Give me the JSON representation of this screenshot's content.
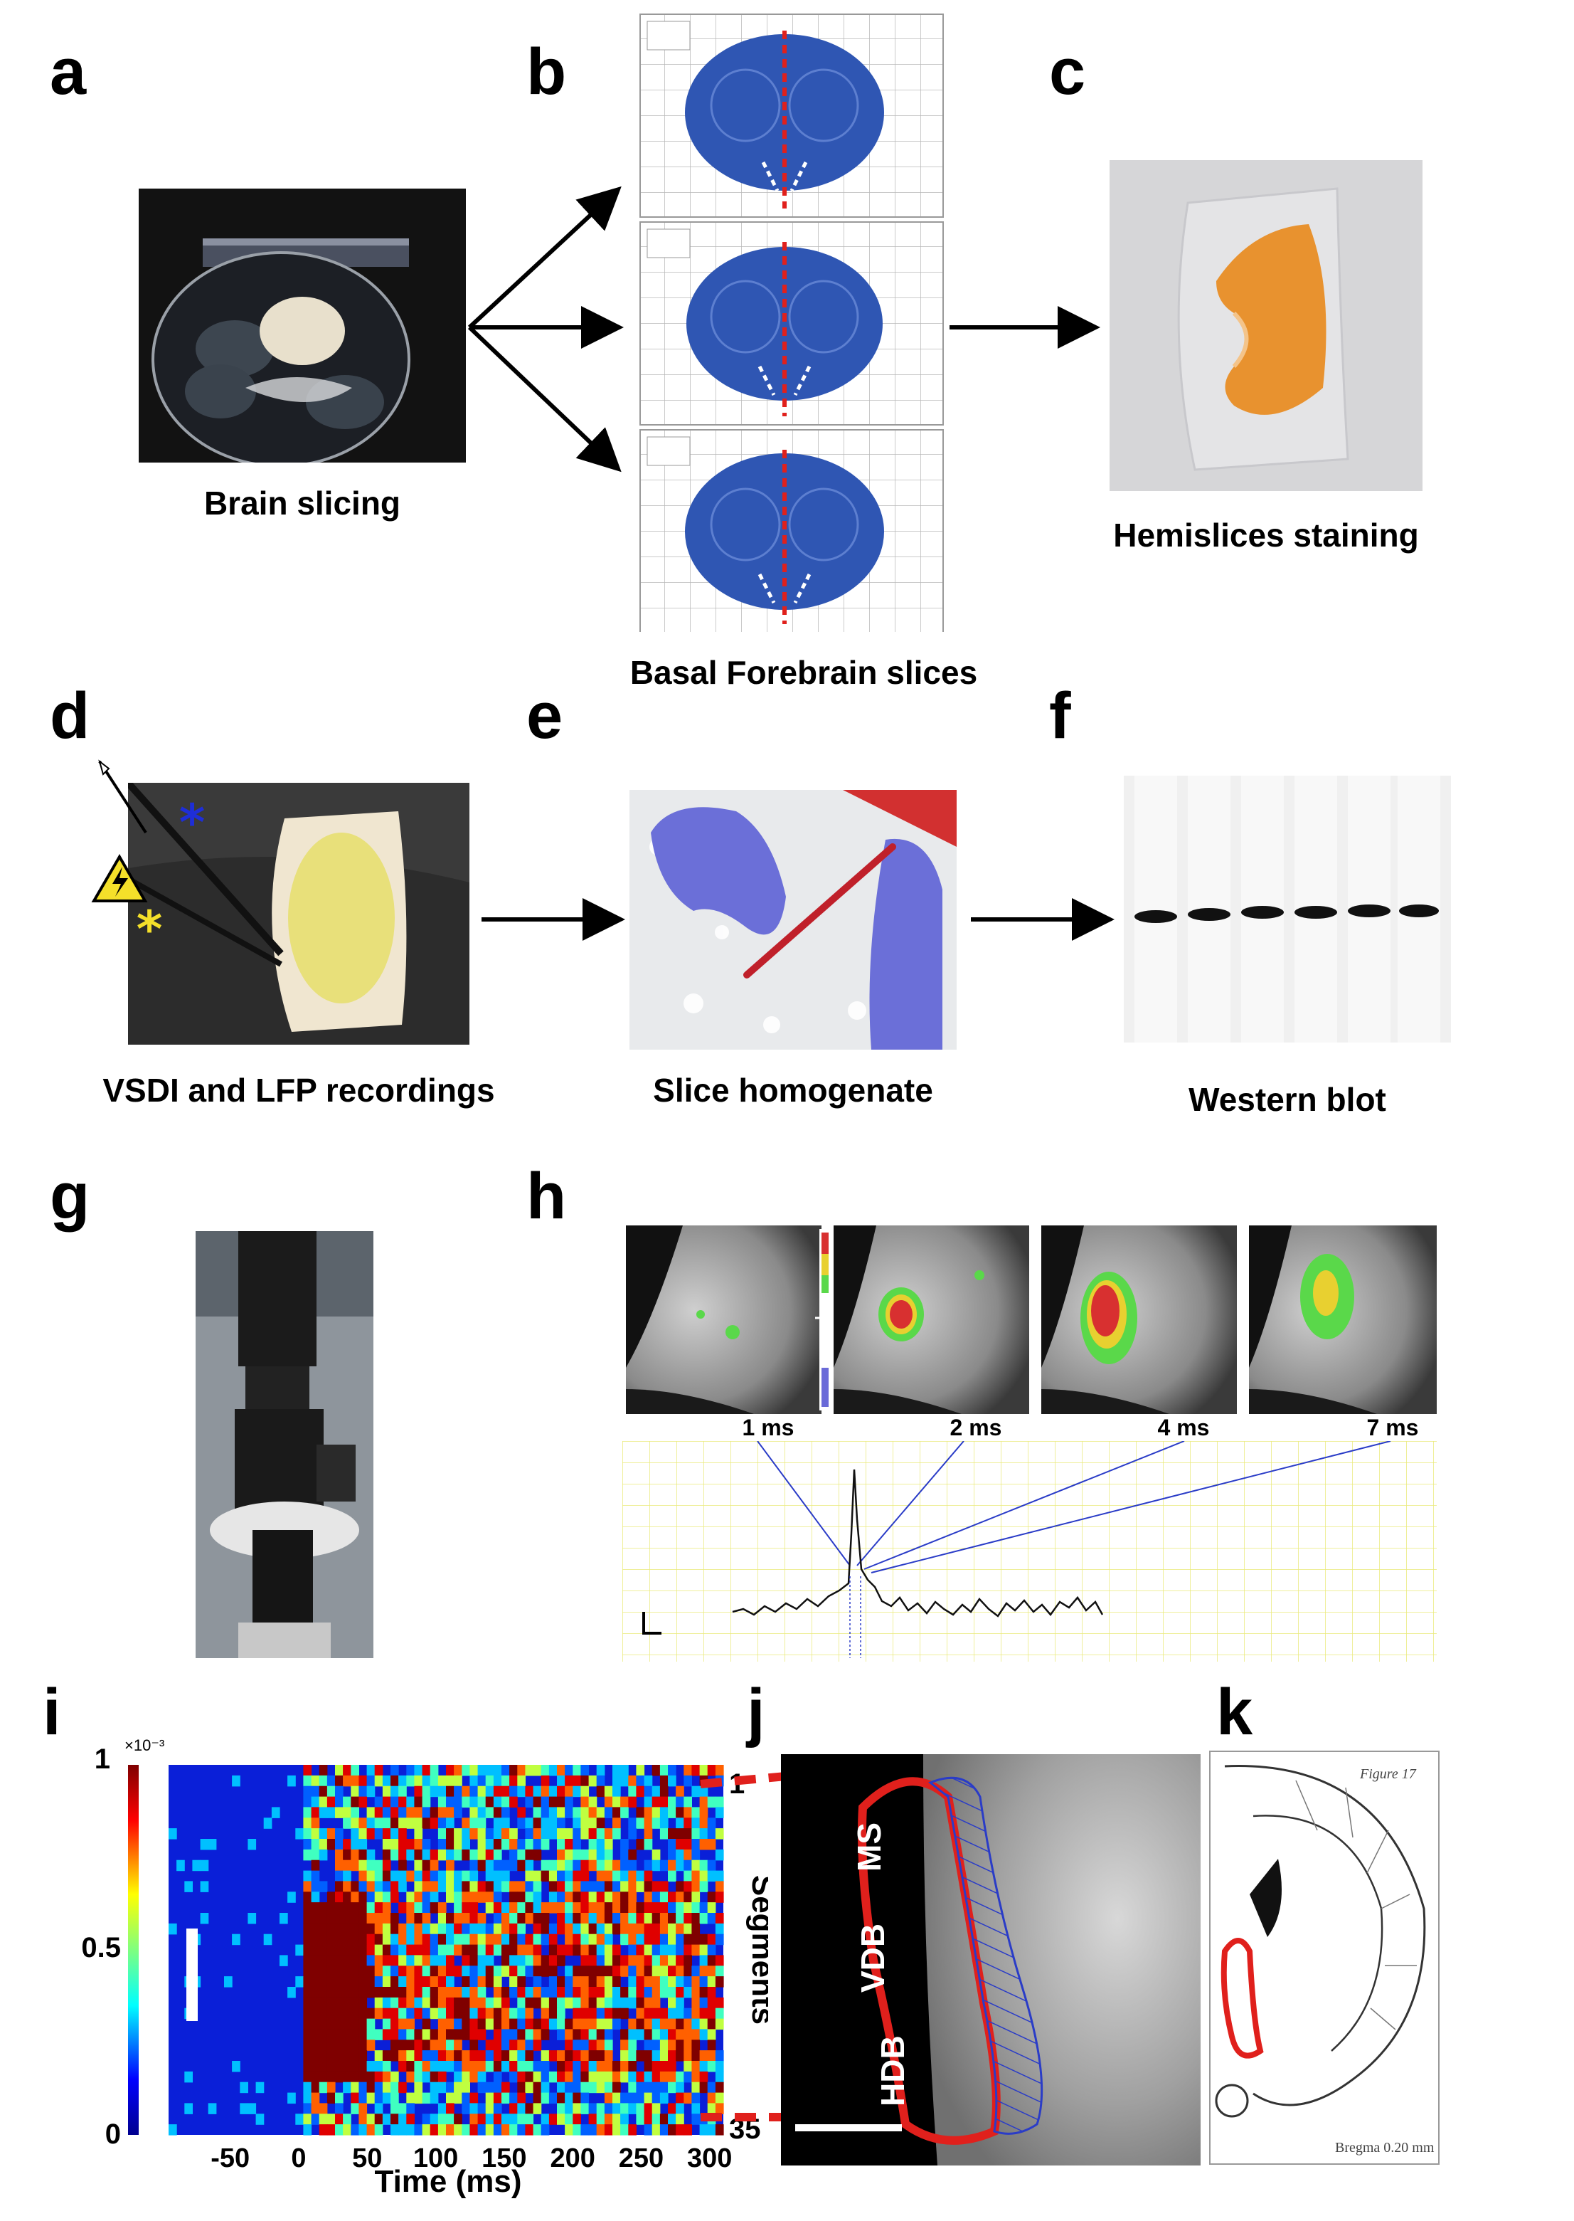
{
  "panels": {
    "a": {
      "letter": "a",
      "caption": "Brain slicing"
    },
    "b": {
      "letter": "b",
      "caption": "Basal Forebrain slices"
    },
    "c": {
      "letter": "c",
      "caption": "Hemislices staining"
    },
    "d": {
      "letter": "d",
      "caption": "VSDI and LFP recordings"
    },
    "e": {
      "letter": "e",
      "caption": "Slice homogenate"
    },
    "f": {
      "letter": "f",
      "caption": "Western blot"
    },
    "g": {
      "letter": "g"
    },
    "h": {
      "letter": "h",
      "frames": [
        "1 ms",
        "2 ms",
        "4 ms",
        "7 ms"
      ]
    },
    "i": {
      "letter": "i"
    },
    "j": {
      "letter": "j",
      "regions": [
        "MS",
        "VDB",
        "HDB"
      ]
    },
    "k": {
      "letter": "k",
      "atlas_figure": "Figure 17",
      "bregma": "Bregma 0.20 mm"
    }
  },
  "colors": {
    "nissl_blue": "#2f56b3",
    "stain_orange": "#e8922f",
    "roi_red": "#e0201c",
    "roi_blue": "#2a3cc7",
    "heat_dark_red": "#7f0000"
  },
  "chart_data": {
    "type": "heatmap",
    "x": {
      "label": "Time (ms)",
      "ticks": [
        -50,
        0,
        50,
        100,
        150,
        200,
        250,
        300
      ],
      "range": [
        -95,
        310
      ]
    },
    "y": {
      "label": "Segments",
      "ticks": [
        "1",
        "35"
      ],
      "range": [
        1,
        35
      ]
    },
    "colorbar": {
      "ticks": [
        "1",
        "0.5",
        "0"
      ],
      "exponent": "×10⁻³",
      "range": [
        0,
        0.001
      ],
      "colormap": "jet"
    }
  }
}
